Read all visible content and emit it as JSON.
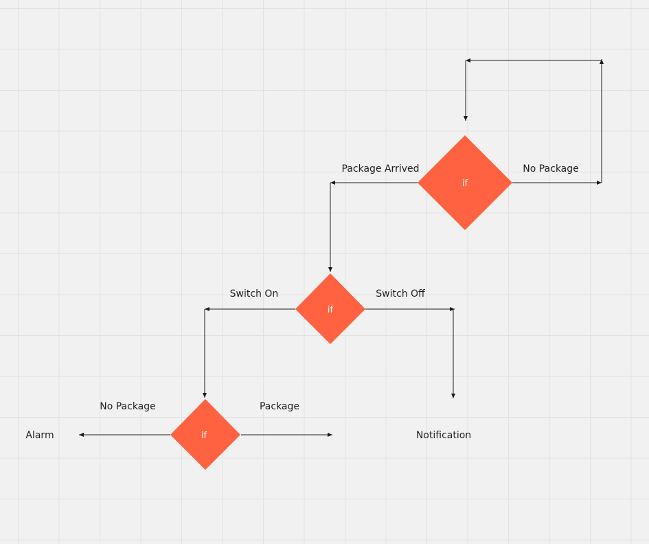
{
  "colors": {
    "decision_fill": "#ff6240",
    "connector": "#1a1a1a",
    "background": "#f1f1f1",
    "grid": "#e2e2e2"
  },
  "decisions": {
    "package_check": {
      "label": "if"
    },
    "switch_check": {
      "label": "if"
    },
    "final_check": {
      "label": "if"
    }
  },
  "edges": {
    "package_arrived": "Package Arrived",
    "no_package_loop": "No Package",
    "switch_on": "Switch On",
    "switch_off": "Switch Off",
    "no_package_alarm": "No Package",
    "package_forward": "Package"
  },
  "outcomes": {
    "alarm": "Alarm",
    "notification": "Notification"
  }
}
